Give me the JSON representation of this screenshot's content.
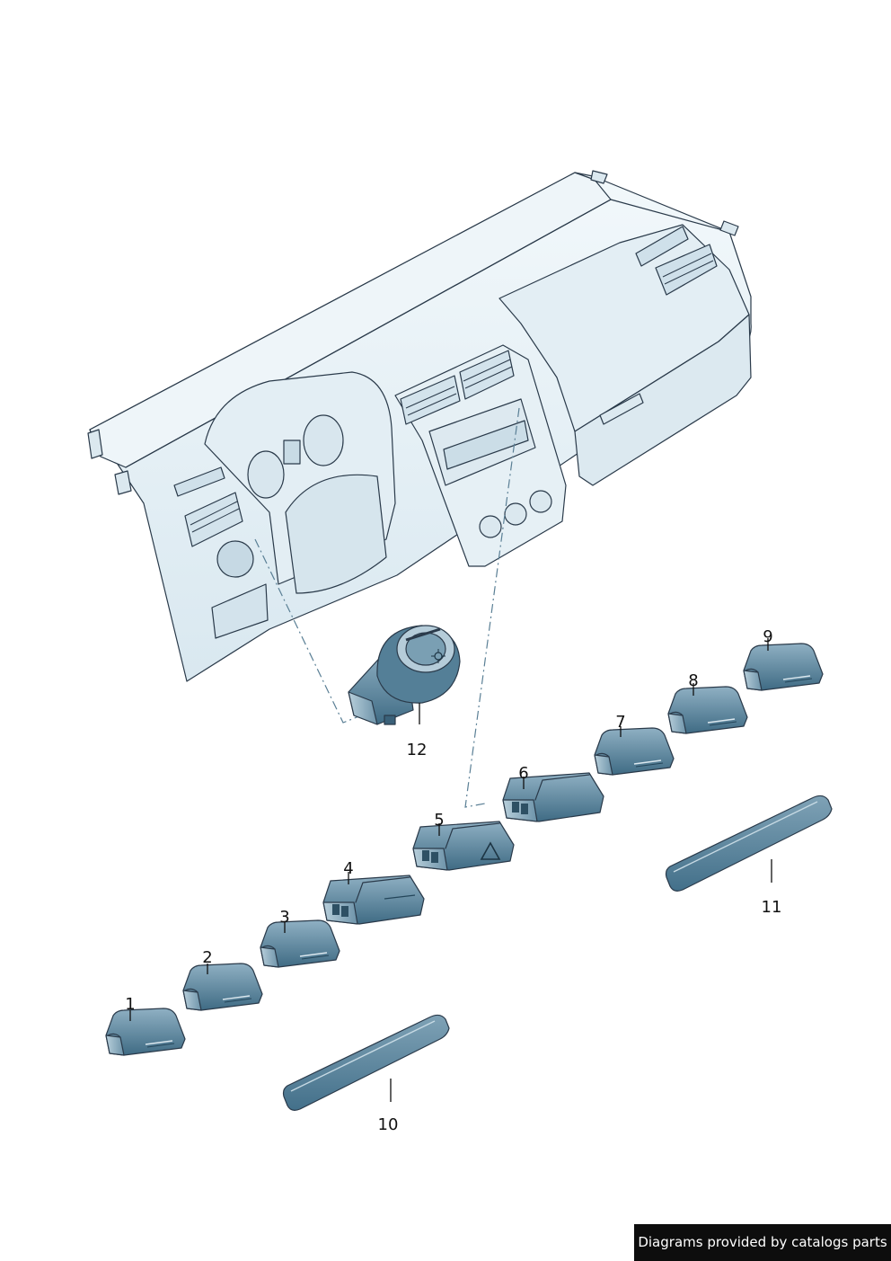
{
  "callouts": [
    "1",
    "2",
    "3",
    "4",
    "5",
    "6",
    "7",
    "8",
    "9",
    "10",
    "11",
    "12"
  ],
  "credit": "Diagrams provided by catalogs parts",
  "colors": {
    "dash_fill": "#eaf3f8",
    "dash_shade": "#d5e5ee",
    "dash_outline": "#2a3a4a",
    "part_dark": "#3f6b84",
    "part_mid": "#6d93a9",
    "part_light": "#9fbccc",
    "credit_bg": "#0d0d0d"
  },
  "icons": [
    "hazard-triangle-icon",
    "light-switch-knob-icon"
  ]
}
